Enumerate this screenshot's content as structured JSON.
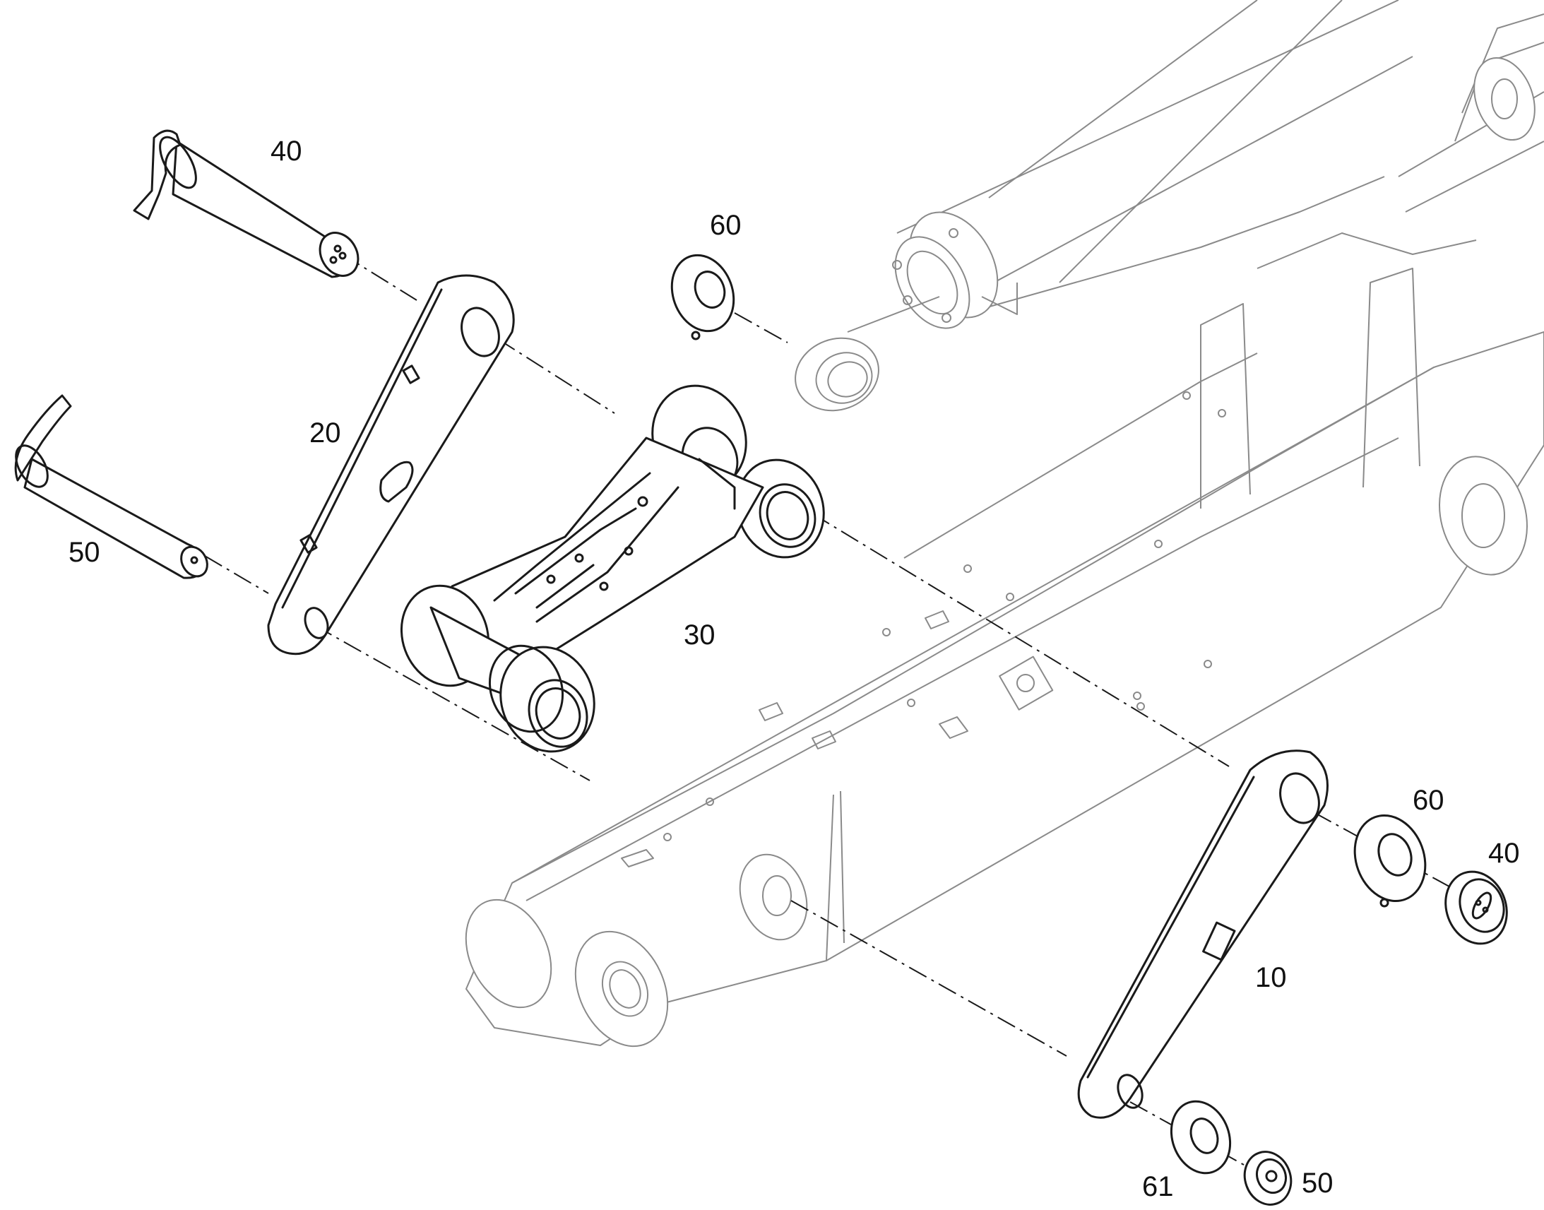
{
  "callouts": {
    "c40_top": "40",
    "c60_top": "60",
    "c20": "20",
    "c50_left": "50",
    "c30": "30",
    "c60_right": "60",
    "c40_right": "40",
    "c10": "10",
    "c61": "61",
    "c50_bottom": "50"
  },
  "colors": {
    "line": "#1a1a1a",
    "background_part": "#8a8a8a",
    "paper": "#ffffff"
  }
}
